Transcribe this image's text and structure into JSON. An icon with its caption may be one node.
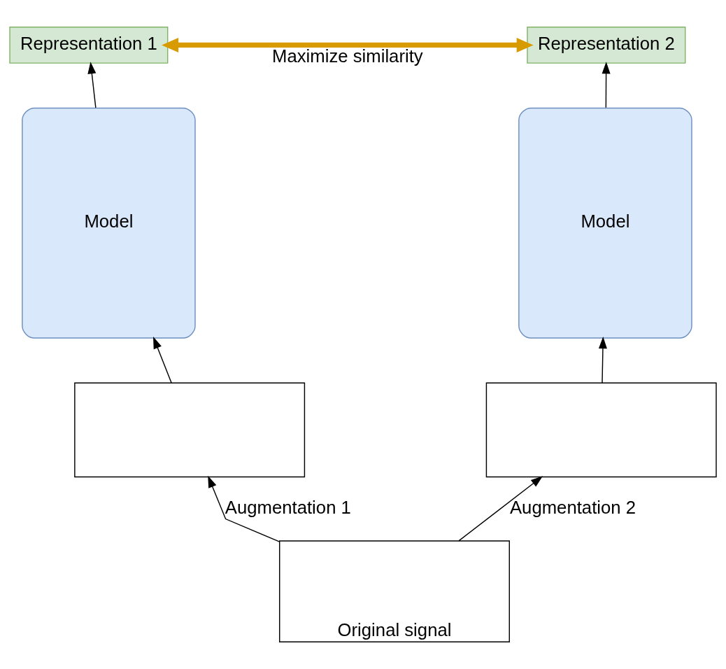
{
  "diagram": {
    "nodes": [
      {
        "text": [
          "Representation 1"
        ]
      },
      {
        "text": [
          "Representation 2"
        ]
      },
      {
        "text": [
          "Model"
        ]
      },
      {
        "text": [
          "Model"
        ]
      },
      {
        "text": [],
        "shape": "box"
      },
      {
        "text": [],
        "shape": "box"
      },
      {
        "text": [
          "Original signal"
        ]
      }
    ],
    "edges": [
      {
        "from": 0,
        "to": 1,
        "arrow": "both",
        "label": "Maximize similarity",
        "style": "thick",
        "color": "#d79b00"
      },
      {
        "from": 2,
        "to": 0,
        "arrow": "to"
      },
      {
        "from": 3,
        "to": 1,
        "arrow": "to"
      },
      {
        "from": 4,
        "to": 2,
        "arrow": "to"
      },
      {
        "from": 5,
        "to": 3,
        "arrow": "to"
      },
      {
        "from": 6,
        "to": 4,
        "arrow": "to",
        "label": "Augmentation 1"
      },
      {
        "from": 6,
        "to": 5,
        "arrow": "to",
        "label": "Augmentation 2"
      }
    ]
  }
}
